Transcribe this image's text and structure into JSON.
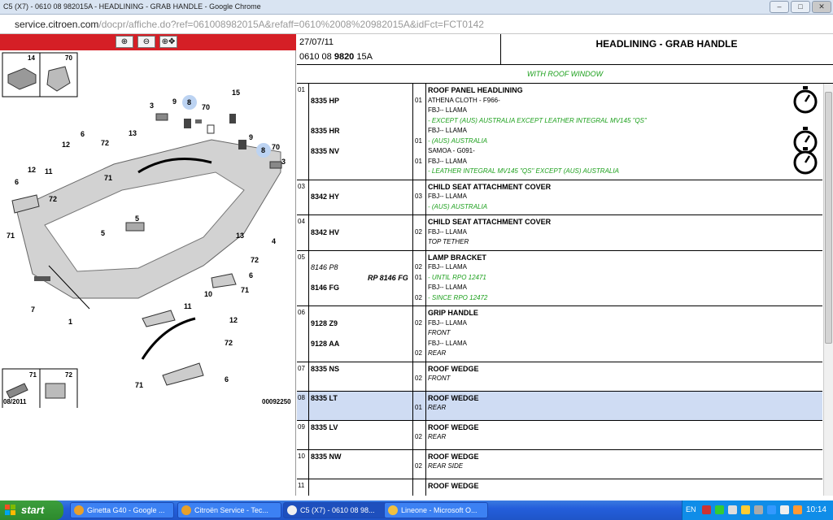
{
  "window": {
    "title": "C5 (X7) - 0610 08 982015A - HEADLINING - GRAB HANDLE - Google Chrome",
    "minimize": "–",
    "maximize": "□",
    "close": "✕"
  },
  "address": {
    "host": "service.citroen.com",
    "path": "/docpr/affiche.do?ref=061008982015A&refaff=0610%2008%20982015A&idFct=FCT0142"
  },
  "left_panel": {
    "zoom_in_icon": "⊕",
    "zoom_out_icon": "⊖",
    "zoom_fit_icon": "⊕✥",
    "inset_top": [
      "14",
      "70"
    ],
    "inset_bottom": [
      "71",
      "72"
    ],
    "callouts": [
      "3",
      "9",
      "8",
      "70",
      "15",
      "6",
      "72",
      "12",
      "13",
      "9",
      "8",
      "70",
      "3",
      "12",
      "11",
      "71",
      "6",
      "72",
      "71",
      "5",
      "5",
      "13",
      "4",
      "7",
      "1",
      "10",
      "11",
      "72",
      "6",
      "71",
      "12",
      "72",
      "71",
      "6"
    ],
    "date": "08/2011",
    "code": "00092250"
  },
  "header": {
    "date": "27/07/11",
    "ref_prefix": "0610 08 ",
    "ref_bold": "9820",
    "ref_suffix": " 15A",
    "section": "HEADLINING - GRAB HANDLE",
    "sub": "WITH ROOF WINDOW"
  },
  "rows": [
    {
      "num": "01",
      "parts": [
        {
          "pn": "8335 HP",
          "qty": "01",
          "lines": [
            {
              "t": "ROOF PANEL HEADLINING",
              "s": "h"
            },
            {
              "t": "ATHENA CLOTH - F966-",
              "s": ""
            },
            {
              "t": "FBJ-- LLAMA",
              "s": ""
            },
            {
              "t": "- EXCEPT (AUS) AUSTRALIA EXCEPT LEATHER INTEGRAL MV145 \"QS\"",
              "s": "g"
            }
          ]
        },
        {
          "pn": "8335 HR",
          "qty": "01",
          "lines": [
            {
              "t": "FBJ-- LLAMA",
              "s": ""
            },
            {
              "t": "- (AUS) AUSTRALIA",
              "s": "g"
            }
          ]
        },
        {
          "pn": "8335 NV",
          "qty": "01",
          "lines": [
            {
              "t": "SAMOA - G091-",
              "s": ""
            },
            {
              "t": "FBJ-- LLAMA",
              "s": ""
            },
            {
              "t": "- LEATHER INTEGRAL MV145 \"QS\" EXCEPT (AUS) AUSTRALIA",
              "s": "g"
            }
          ]
        }
      ]
    },
    {
      "num": "03",
      "parts": [
        {
          "pn": "8342 HY",
          "qty": "03",
          "lines": [
            {
              "t": "CHILD SEAT ATTACHMENT COVER",
              "s": "h"
            },
            {
              "t": "FBJ-- LLAMA",
              "s": ""
            },
            {
              "t": "- (AUS) AUSTRALIA",
              "s": "g"
            }
          ]
        }
      ]
    },
    {
      "num": "04",
      "parts": [
        {
          "pn": "8342 HV",
          "qty": "02",
          "lines": [
            {
              "t": "CHILD SEAT ATTACHMENT COVER",
              "s": "h"
            },
            {
              "t": "FBJ-- LLAMA",
              "s": ""
            },
            {
              "t": "TOP TETHER",
              "s": "i"
            }
          ]
        }
      ]
    },
    {
      "num": "05",
      "parts": [
        {
          "pn": "8146 P8",
          "pn_italic": true,
          "pn_replace": "RP 8146 FG",
          "qty": "02",
          "qty2": "01",
          "lines": [
            {
              "t": "LAMP BRACKET",
              "s": "h"
            },
            {
              "t": "FBJ-- LLAMA",
              "s": ""
            },
            {
              "t": "- UNTIL RPO 12471",
              "s": "g"
            }
          ]
        },
        {
          "pn": "8146 FG",
          "qty": "02",
          "lines": [
            {
              "t": "FBJ-- LLAMA",
              "s": ""
            },
            {
              "t": "- SINCE RPO 12472",
              "s": "g"
            }
          ]
        }
      ]
    },
    {
      "num": "06",
      "parts": [
        {
          "pn": "9128 Z9",
          "qty": "02",
          "lines": [
            {
              "t": "GRIP HANDLE",
              "s": "h"
            },
            {
              "t": "FBJ-- LLAMA",
              "s": ""
            },
            {
              "t": "FRONT",
              "s": "i"
            }
          ]
        },
        {
          "pn": "9128 AA",
          "qty": "02",
          "lines": [
            {
              "t": "FBJ-- LLAMA",
              "s": ""
            },
            {
              "t": "REAR",
              "s": "i"
            }
          ]
        }
      ]
    },
    {
      "num": "07",
      "parts": [
        {
          "pn": "8335 NS",
          "qty": "02",
          "lines": [
            {
              "t": "ROOF WEDGE",
              "s": "h"
            },
            {
              "t": "FRONT",
              "s": "i"
            }
          ]
        }
      ]
    },
    {
      "num": "08",
      "parts": [
        {
          "pn": "8335 LT",
          "qty": "01",
          "lines": [
            {
              "t": "ROOF WEDGE",
              "s": "h"
            },
            {
              "t": "REAR",
              "s": "i"
            }
          ]
        }
      ]
    },
    {
      "num": "09",
      "parts": [
        {
          "pn": "8335 LV",
          "qty": "02",
          "lines": [
            {
              "t": "ROOF WEDGE",
              "s": "h"
            },
            {
              "t": "REAR",
              "s": "i"
            }
          ]
        }
      ]
    },
    {
      "num": "10",
      "parts": [
        {
          "pn": "8335 NW",
          "qty": "02",
          "lines": [
            {
              "t": "ROOF WEDGE",
              "s": "h"
            },
            {
              "t": "REAR SIDE",
              "s": "i"
            }
          ]
        }
      ]
    },
    {
      "num": "11",
      "parts": [
        {
          "pn": "",
          "qty": "",
          "lines": [
            {
              "t": "ROOF WEDGE",
              "s": "h"
            }
          ]
        }
      ]
    }
  ],
  "taskbar": {
    "start": "start",
    "tasks": [
      "Ginetta G40 - Google ...",
      "Citroën Service - Tec...",
      "C5 (X7) - 0610 08 98...",
      "Lineone - Microsoft O..."
    ],
    "lang": "EN",
    "clock": "10:14"
  }
}
